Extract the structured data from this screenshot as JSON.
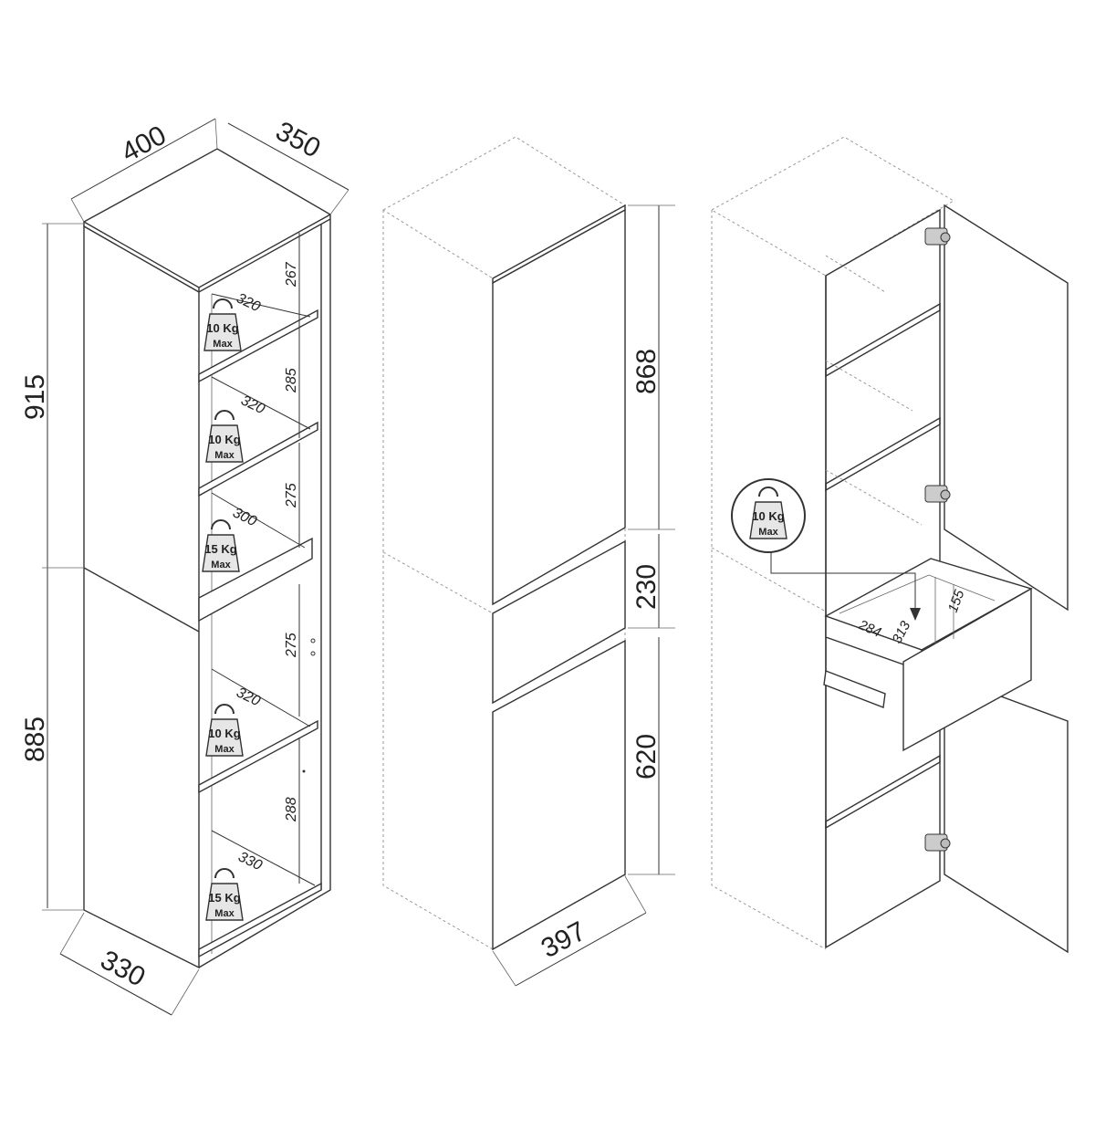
{
  "overall": {
    "width_top": "400",
    "depth_top": "350",
    "depth_bottom": "330",
    "height_upper": "915",
    "height_lower": "885",
    "front_width": "397",
    "door_upper": "868",
    "drawer_front": "230",
    "door_lower": "620"
  },
  "shelves": [
    {
      "gap": "267",
      "depth": "320",
      "load_value": "10 Kg",
      "load_unit": "Max"
    },
    {
      "gap": "285",
      "depth": "320",
      "load_value": "10 Kg",
      "load_unit": "Max"
    },
    {
      "gap": "275",
      "depth": "300",
      "load_value": "15 Kg",
      "load_unit": "Max"
    },
    {
      "gap": "275",
      "depth": "320",
      "load_value": "10 Kg",
      "load_unit": "Max"
    },
    {
      "gap": "288",
      "depth": "330",
      "load_value": "15 Kg",
      "load_unit": "Max"
    }
  ],
  "drawer": {
    "load_value": "10 Kg",
    "load_unit": "Max",
    "inner_depth": "284",
    "inner_width": "313",
    "inner_height": "155"
  }
}
